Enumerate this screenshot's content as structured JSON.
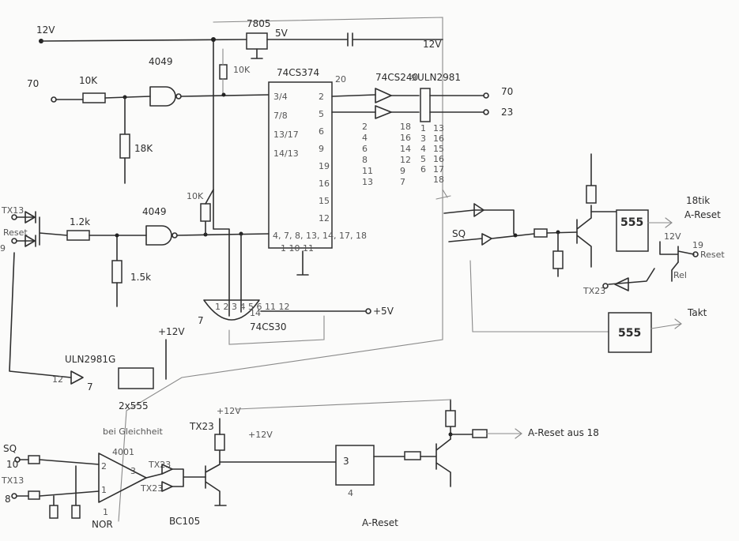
{
  "supply": {
    "v12_top": "12V",
    "v12_right": "12V",
    "v5": "5V",
    "p5v": "+5V",
    "p12a": "+12V",
    "p12b": "+12V",
    "p12c": "+12V"
  },
  "parts": {
    "reg": "7805",
    "ic_ff": "74CS374",
    "ic_drv": "74CS240",
    "ic_sink": "ULN2981",
    "gate_top": "4049",
    "gate_mid": "4049",
    "ic_nand": "74CS30",
    "uln_bottom": "ULN2981G",
    "dual555": "2x555",
    "t555_a": "555",
    "t555_b": "555",
    "nor_ic": "4001",
    "nor_label": "NOR",
    "r10k_a": "10K",
    "r18k": "18K",
    "r10k_b": "10K",
    "r10k_c": "10K",
    "r12k": "1.2k",
    "r15k": "1.5k",
    "ic3": "3",
    "ic3_pin": "4"
  },
  "pins": {
    "ff_left": [
      "3/4",
      "7/8",
      "13/17",
      "14/13"
    ],
    "ff_right": [
      "2",
      "5",
      "6",
      "9",
      "19",
      "16",
      "15",
      "12"
    ],
    "ff_vcc": "20",
    "ff_bus": "4, 7, 8, 13, 14, 17, 18",
    "ff_bottom": "1  10  11",
    "drv_in": [
      "2",
      "4",
      "6",
      "8",
      "11",
      "13"
    ],
    "drv_out": [
      "18",
      "16",
      "14",
      "12",
      "9",
      "7"
    ],
    "sink_in": [
      "1",
      "3",
      "4",
      "5",
      "6"
    ],
    "sink_out": [
      "13",
      "16",
      "15",
      "16",
      "17",
      "18"
    ],
    "uln_top": "9",
    "nand_pins": "1  2  3 4 5 6 11 12",
    "nand_left": "7",
    "nand_right": "14",
    "uln_in": "12",
    "uln_out": "7",
    "nor_pins": [
      "2",
      "3",
      "1"
    ],
    "nor_out": "1"
  },
  "signals": {
    "in70": "70",
    "out70": "70",
    "out23": "23",
    "tx13a": "TX13",
    "rst": "Reset",
    "n9": "9",
    "sq_mid": "SQ",
    "sq_bot": "SQ",
    "n10": "10",
    "tx13b": "TX13",
    "n8": "8",
    "tx23a": "TX23",
    "tx23b": "TX23",
    "tx23c": "TX23",
    "n18tik": "18tik",
    "areset_top": "A-Reset",
    "n19": "19",
    "reset_small": "Reset",
    "rel": "Rel",
    "takt": "Takt",
    "areset_aus": "A-Reset aus 18",
    "gleich": "bei Gleichheit",
    "bc": "BC105",
    "areset_bot": "A-Reset",
    "n12v_small": "12V"
  }
}
